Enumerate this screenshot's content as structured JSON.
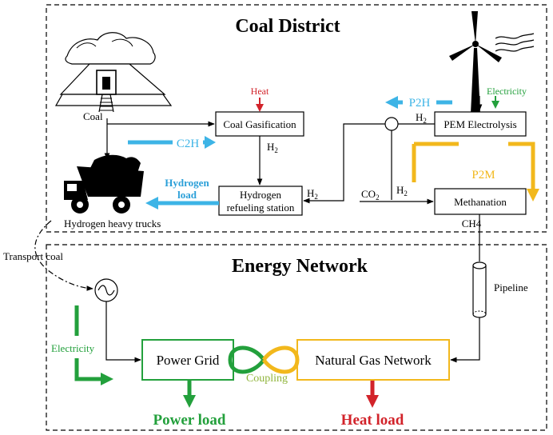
{
  "regions": {
    "coal_district": "Coal District",
    "energy_network": "Energy Network"
  },
  "nodes": {
    "coal": "Coal",
    "coal_gasification": "Coal Gasification",
    "pem_electrolysis": "PEM Electrolysis",
    "hydrogen_refueling_line1": "Hydrogen",
    "hydrogen_refueling_line2": "refueling station",
    "methanation": "Methanation",
    "hydrogen_trucks": "Hydrogen heavy trucks",
    "power_grid": "Power Grid",
    "natural_gas_network": "Natural Gas Network",
    "pipeline": "Pipeline"
  },
  "labels": {
    "heat": "Heat",
    "electricity_top": "Electricity",
    "electricity_left": "Electricity",
    "p2h": "P2H",
    "c2h": "C2H",
    "p2m": "P2M",
    "hydrogen_load_line1": "Hydrogen",
    "hydrogen_load_line2": "load",
    "h2_base": "H",
    "co2_base": "CO",
    "sub_2": "2",
    "ch4": "CH4",
    "transport_coal": "Transport coal",
    "coupling": "Coupling",
    "power_load": "Power load",
    "heat_load": "Heat load"
  },
  "colors": {
    "blue": "#3db4e6",
    "green": "#23a03c",
    "gold": "#f2b81c",
    "red": "#d2232a",
    "hydrogen_load_text": "#2a9fd8"
  },
  "icons": [
    "coal-mine-icon",
    "wind-turbine-icon",
    "dump-truck-icon",
    "generator-icon"
  ]
}
